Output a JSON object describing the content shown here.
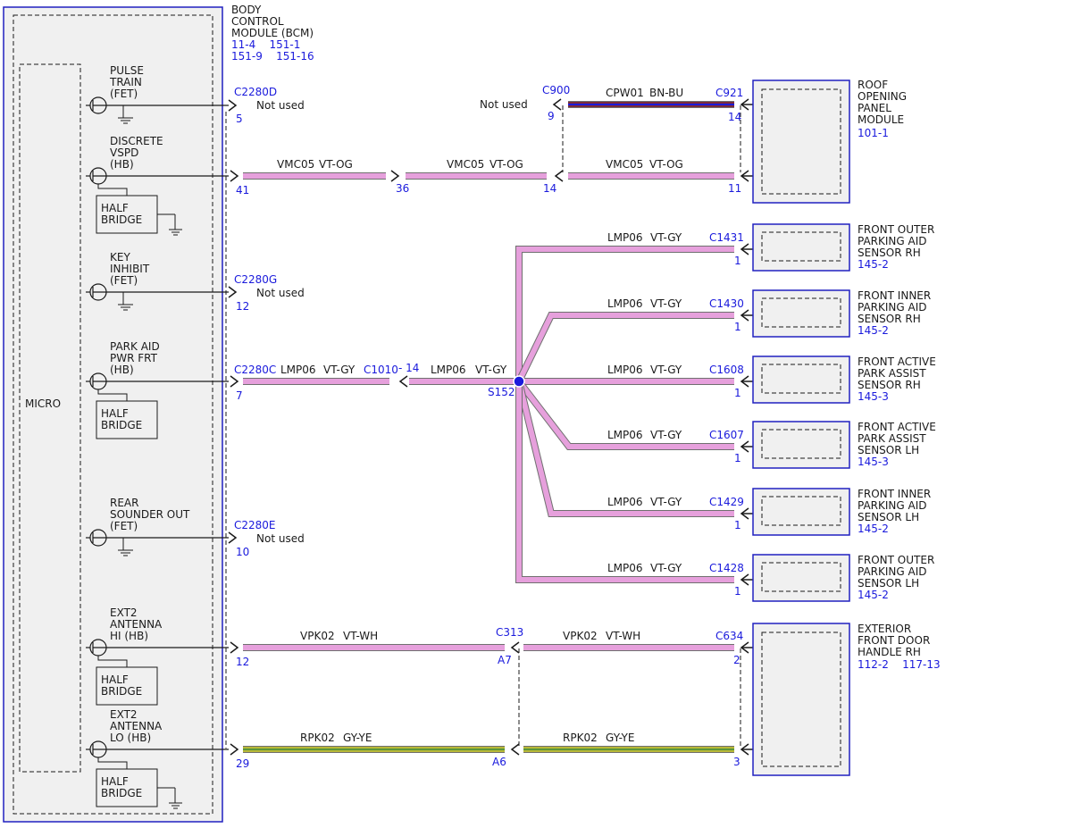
{
  "colors": {
    "module_fill": "#f0f0f0",
    "module_border": "#2020c0",
    "label_blue": "#1a1adc",
    "wire_vt": "#e6a0dc",
    "wire_bnbu": "#7a2a3a",
    "wire_gyye": "#b8b838",
    "splice_dot": "#1a1adc"
  },
  "bcm": {
    "name_lines": [
      "BODY",
      "CONTROL",
      "MODULE (BCM)"
    ],
    "refs_line1": "11-4    151-1",
    "refs_line2": "151-9    151-16",
    "micro_label": "MICRO"
  },
  "half_bridge_lines": [
    "HALF",
    "BRIDGE"
  ],
  "bcm_outputs": [
    {
      "lines": [
        "PULSE",
        "TRAIN",
        "(FET)"
      ],
      "half_bridge": false
    },
    {
      "lines": [
        "DISCRETE",
        "VSPD",
        "(HB)"
      ],
      "half_bridge": true
    },
    {
      "lines": [
        "KEY",
        "INHIBIT",
        "(FET)"
      ],
      "half_bridge": false
    },
    {
      "lines": [
        "PARK AID",
        "PWR FRT",
        "(HB)"
      ],
      "half_bridge": true
    },
    {
      "lines": [
        "REAR",
        "SOUNDER OUT",
        "(FET)"
      ],
      "half_bridge": false
    },
    {
      "lines": [
        "EXT2",
        "ANTENNA",
        "HI (HB)"
      ],
      "half_bridge": true
    },
    {
      "lines": [
        "EXT2",
        "ANTENNA",
        "LO (HB)"
      ],
      "half_bridge": true
    }
  ],
  "not_used": {
    "text": "Not used",
    "c2280d": "C2280D",
    "pin5": "5",
    "c2280g": "C2280G",
    "pin12": "12",
    "c2280e": "C2280E",
    "pin10": "10",
    "c900": "C900",
    "pin9": "9"
  },
  "vmc": {
    "wire": "VMC05",
    "color": "VT-OG",
    "pin41": "41",
    "pin36": "36",
    "pin14": "14",
    "pin11": "11"
  },
  "cpw": {
    "wire": "CPW01",
    "color": "BN-BU",
    "c921": "C921",
    "pin14": "14"
  },
  "roof": {
    "lines": [
      "ROOF",
      "OPENING",
      "PANEL",
      "MODULE"
    ],
    "ref": "101-1"
  },
  "park": {
    "c2280c": "C2280C",
    "pin7": "7",
    "wire": "LMP06",
    "color": "VT-GY",
    "c1010": "C1010",
    "pin14": "- 14",
    "splice": "S152"
  },
  "sensors": [
    {
      "connector": "C1431",
      "pin": "1",
      "lines": [
        "FRONT OUTER",
        "PARKING AID",
        "SENSOR RH"
      ],
      "ref": "145-2"
    },
    {
      "connector": "C1430",
      "pin": "1",
      "lines": [
        "FRONT INNER",
        "PARKING AID",
        "SENSOR RH"
      ],
      "ref": "145-2"
    },
    {
      "connector": "C1608",
      "pin": "1",
      "lines": [
        "FRONT ACTIVE",
        "PARK ASSIST",
        "SENSOR RH"
      ],
      "ref": "145-3"
    },
    {
      "connector": "C1607",
      "pin": "1",
      "lines": [
        "FRONT ACTIVE",
        "PARK ASSIST",
        "SENSOR LH"
      ],
      "ref": "145-3"
    },
    {
      "connector": "C1429",
      "pin": "1",
      "lines": [
        "FRONT INNER",
        "PARKING AID",
        "SENSOR LH"
      ],
      "ref": "145-2"
    },
    {
      "connector": "C1428",
      "pin": "1",
      "lines": [
        "FRONT OUTER",
        "PARKING AID",
        "SENSOR LH"
      ],
      "ref": "145-2"
    }
  ],
  "vpk": {
    "wire": "VPK02",
    "color": "VT-WH",
    "pin12": "12",
    "c313": "C313",
    "a7": "A7",
    "c634": "C634",
    "pin2": "2"
  },
  "rpk": {
    "wire": "RPK02",
    "color": "GY-YE",
    "pin29": "29",
    "a6": "A6",
    "pin3": "3"
  },
  "door": {
    "lines": [
      "EXTERIOR",
      "FRONT DOOR",
      "HANDLE RH"
    ],
    "refs": "112-2    117-13"
  }
}
